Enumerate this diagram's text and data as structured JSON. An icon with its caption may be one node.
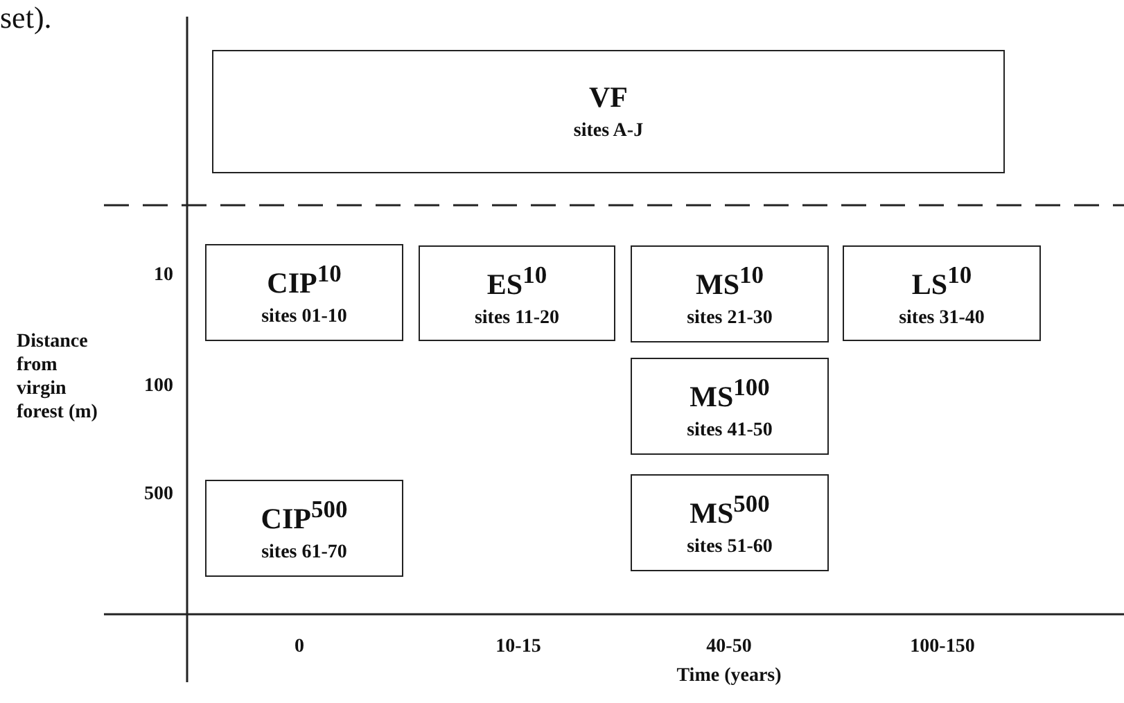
{
  "diagram": {
    "nodes": [
      {
        "text": [
          "VF",
          "sites A-J"
        ]
      },
      {
        "text": [
          "CIP$^{10}$",
          "sites 01-10"
        ]
      },
      {
        "text": [
          "ES$^{10}$",
          "sites 11-20"
        ]
      },
      {
        "text": [
          "MS$^{10}$",
          "sites 21-30"
        ]
      },
      {
        "text": [
          "LS$^{10}$",
          "sites 31-40"
        ]
      },
      {
        "text": [
          "MS$^{100}$",
          "sites 41-50"
        ]
      },
      {
        "text": [
          "CIP$^{500}$",
          "sites 61-70"
        ]
      },
      {
        "text": [
          "MS$^{500}$",
          "sites 51-60"
        ]
      }
    ],
    "edges": [],
    "labels": [
      "set).",
      "10",
      "100",
      "Distance from virgin forest (m)",
      "500",
      "0",
      "10-15",
      "40-50",
      "100-150",
      "Time (years)"
    ]
  }
}
